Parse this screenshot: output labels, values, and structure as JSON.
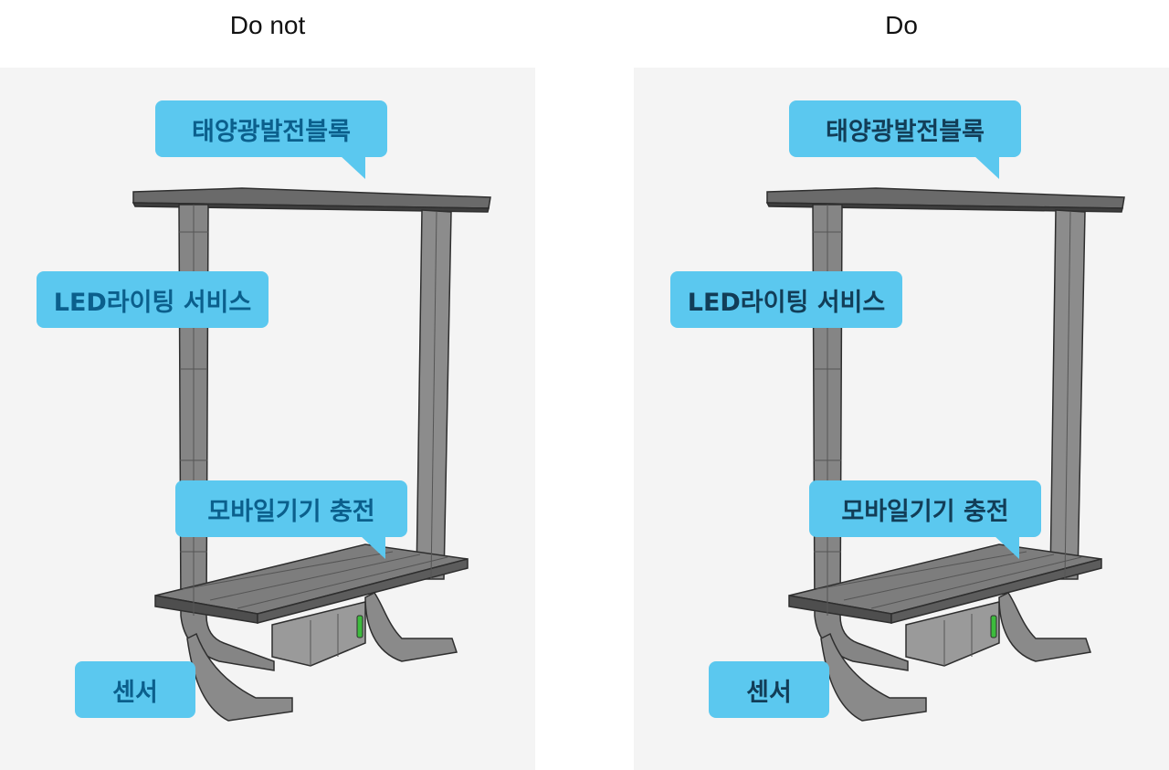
{
  "headings": {
    "left": "Do not",
    "right": "Do"
  },
  "labels": {
    "solar": "태양광발전블록",
    "led": "LED라이팅 서비스",
    "mobile": "모바일기기 충전",
    "sensor": "센서"
  },
  "colors": {
    "bubble": "#5bc8ef",
    "panel_bg": "#f4f4f4",
    "bad_text": "#0b5f8c",
    "good_text": "#123d57",
    "frame_fill": "#7a7a7a",
    "frame_dark": "#3e3e3e",
    "charger_led": "#3dbb3d"
  }
}
